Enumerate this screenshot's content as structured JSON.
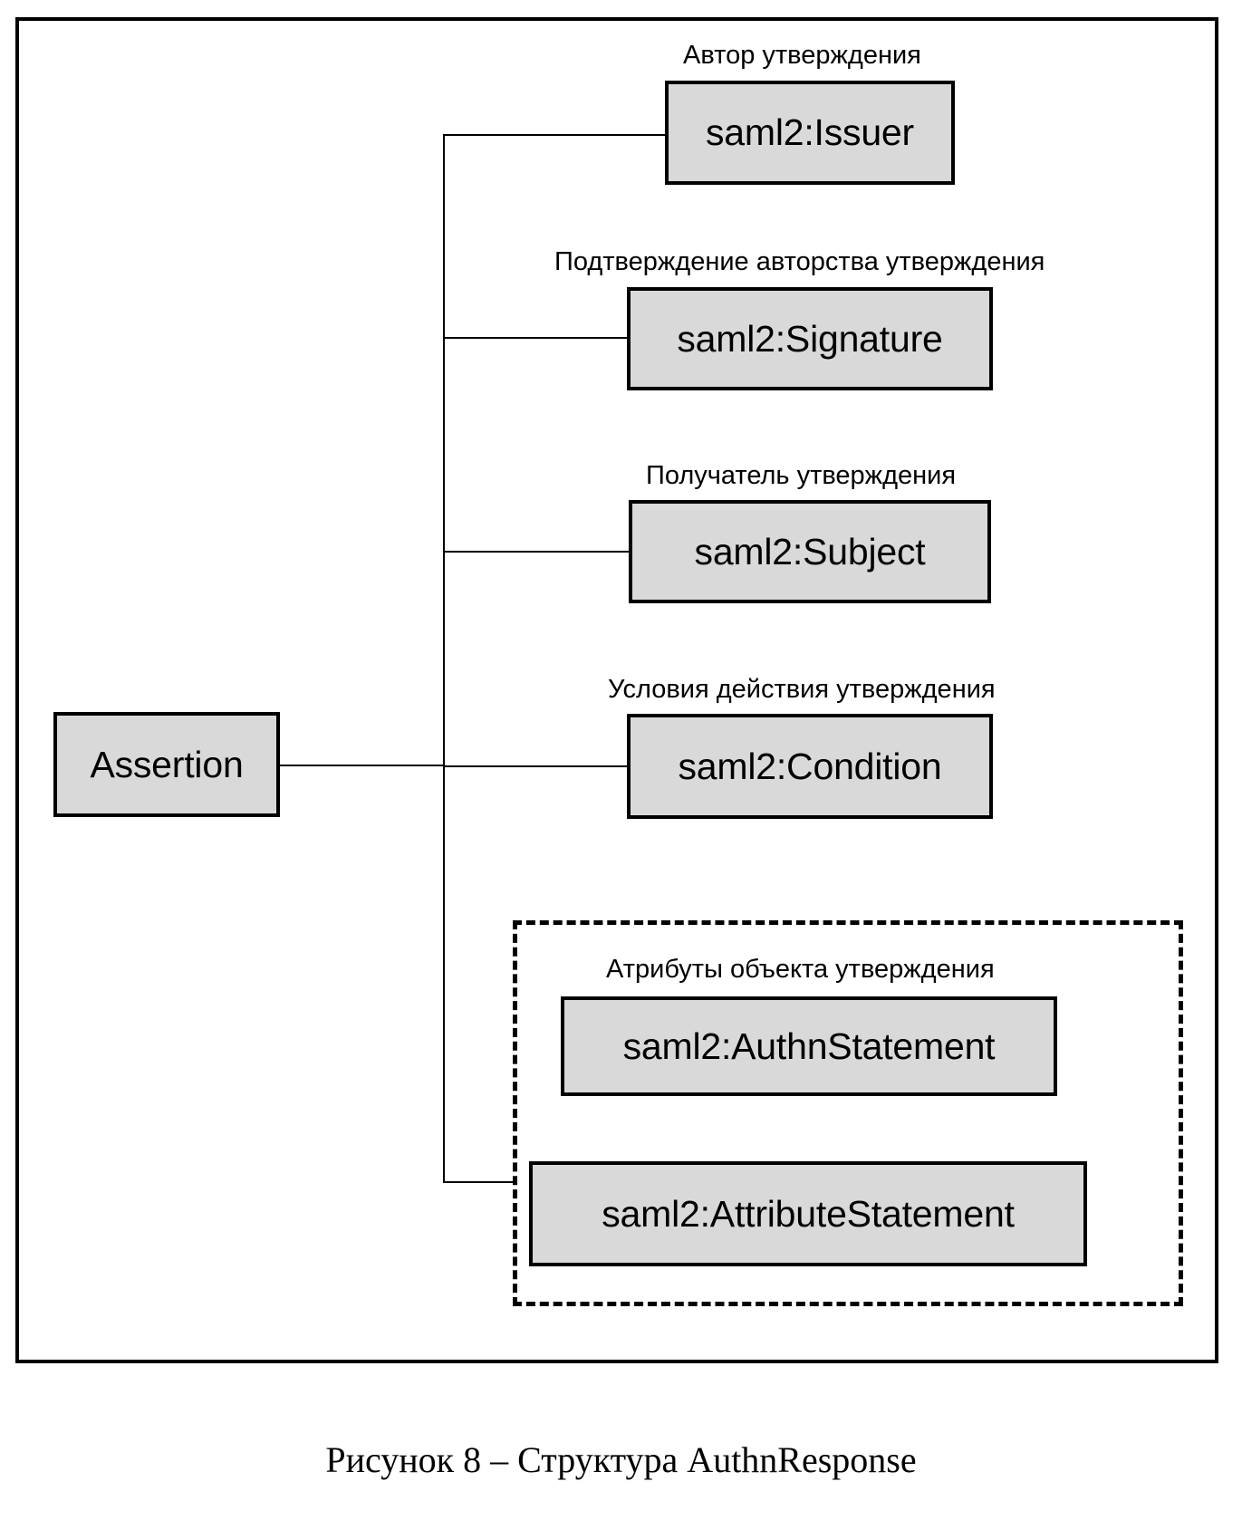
{
  "figure": {
    "caption": "Рисунок 8 – Структура AuthnResponse",
    "root_node": {
      "label": "Assertion"
    },
    "children": [
      {
        "id": "issuer",
        "caption": "Автор утверждения",
        "label": "saml2:Issuer"
      },
      {
        "id": "signature",
        "caption": "Подтверждение авторства утверждения",
        "label": "saml2:Signature"
      },
      {
        "id": "subject",
        "caption": "Получатель утверждения",
        "label": "saml2:Subject"
      },
      {
        "id": "condition",
        "caption": "Условия действия утверждения",
        "label": "saml2:Condition"
      }
    ],
    "group": {
      "id": "statements-group",
      "caption": "Атрибуты объекта утверждения",
      "members": [
        {
          "id": "authn-statement",
          "label": "saml2:AuthnStatement"
        },
        {
          "id": "attribute-statement",
          "label": "saml2:AttributeStatement"
        }
      ]
    },
    "colors": {
      "node_fill": "#d9d9d9",
      "stroke": "#000000",
      "background": "#ffffff"
    }
  }
}
